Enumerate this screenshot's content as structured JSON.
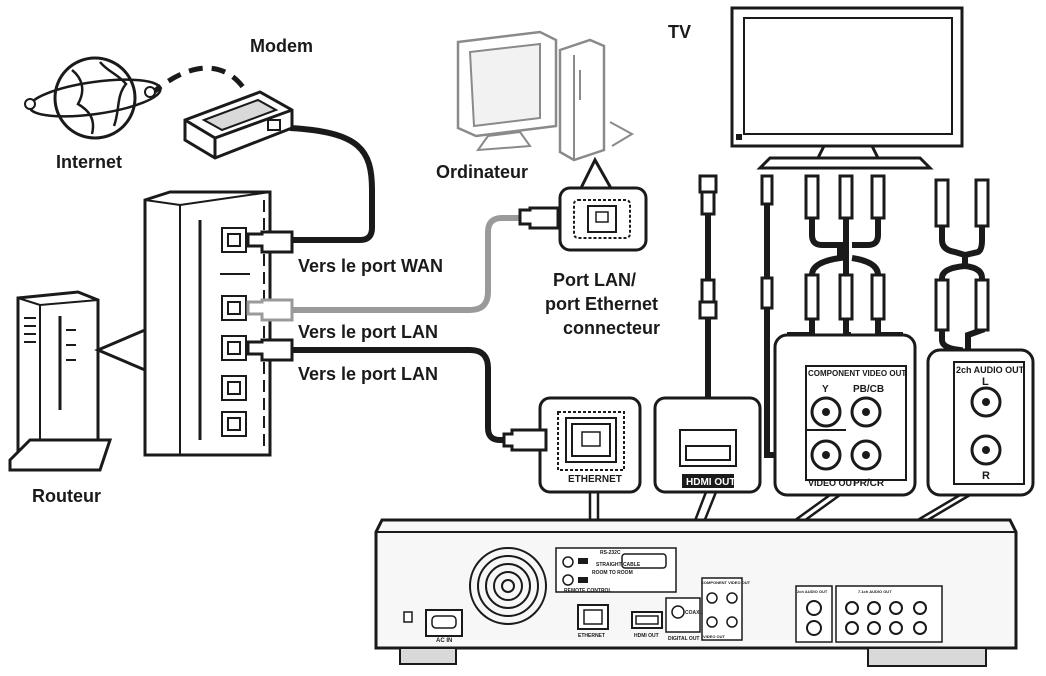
{
  "labels": {
    "modem": "Modem",
    "internet": "Internet",
    "tv": "TV",
    "ordinateur": "Ordinateur",
    "routeur": "Routeur",
    "vers_wan": "Vers le port WAN",
    "vers_lan_1": "Vers le port LAN",
    "vers_lan_2": "Vers le port LAN",
    "port_lan_line1": "Port LAN/",
    "port_lan_line2": "port Ethernet",
    "port_lan_line3": "connecteur"
  },
  "panel_labels": {
    "ethernet": "ETHERNET",
    "hdmi_out": "HDMI OUT",
    "component_title": "COMPONENT VIDEO OUT",
    "y": "Y",
    "pb_cb": "PB/CB",
    "pr_cr": "PR/CR",
    "video_out": "VIDEO OUT",
    "audio_out_title": "2ch AUDIO OUT",
    "audio_l": "L",
    "audio_r": "R"
  },
  "player_labels": {
    "rs232c": "RS-232C",
    "straight_cable": "STRAIGHT CABLE",
    "remote_control": "REMOTE CONTROL",
    "room_to_room": "ROOM TO ROOM",
    "ac_in": "AC IN",
    "ethernet": "ETHERNET",
    "hdmi_out": "HDMI OUT",
    "coaxial": "COAXIAL",
    "digital_out": "DIGITAL OUT",
    "component_video_out": "COMPONENT VIDEO OUT",
    "video_out": "VIDEO OUT",
    "audio_2ch": "2ch AUDIO OUT",
    "audio_71": "7.1ch AUDIO OUT"
  },
  "colors": {
    "line": "#1a1a1a",
    "grey_cable": "#9a9a9a",
    "panel_fill": "#e6e6e6",
    "shade": "#cfcfcf"
  }
}
